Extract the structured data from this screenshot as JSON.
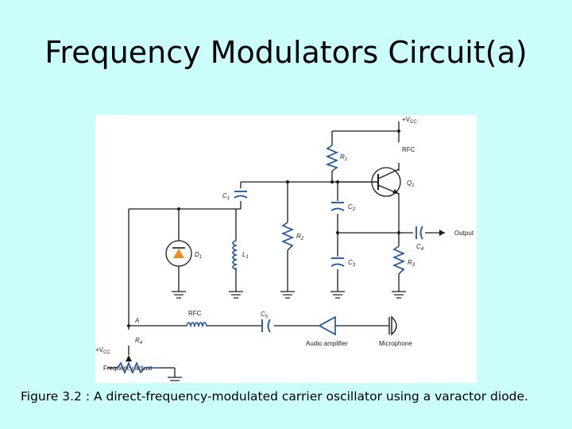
{
  "slide": {
    "title": "Frequency Modulators Circuit(a)",
    "caption": "Figure 3.2 : A direct-frequency-modulated carrier oscillator using a varactor diode."
  },
  "circuit": {
    "vcc_top": "+V",
    "vcc_sub": "CC",
    "vcc_left": "+V",
    "vcc_left_sub": "CC",
    "rfc_top": "RFC",
    "r1": "R",
    "r1_sub": "1",
    "q1": "Q",
    "q1_sub": "1",
    "c1": "C",
    "c1_sub": "1",
    "c2": "C",
    "c2_sub": "2",
    "c3": "C",
    "c3_sub": "3",
    "c4": "C",
    "c4_sub": "4",
    "c5": "C",
    "c5_sub": "5",
    "d1": "D",
    "d1_sub": "1",
    "l1": "L",
    "l1_sub": "1",
    "r2": "R",
    "r2_sub": "2",
    "r3": "R",
    "r3_sub": "3",
    "r4": "R",
    "r4_sub": "4",
    "output": "Output",
    "node_a": "A",
    "rfc_bottom": "RFC",
    "audio_amplifier": "Audio amplifier",
    "microphone": "Microphone",
    "frequency_adjust": "Frequency adjust"
  },
  "colors": {
    "wire": "#1a1a1a",
    "component": "#1a4fa0",
    "diode": "#f08a1a",
    "background": "#ccfdfd"
  }
}
